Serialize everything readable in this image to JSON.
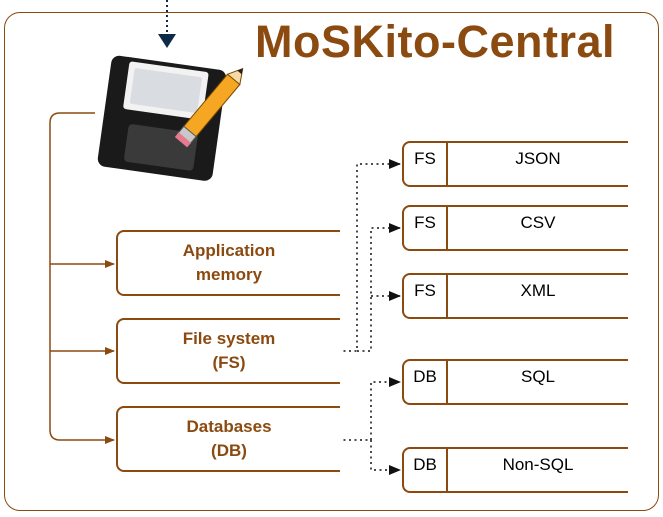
{
  "title": "MoSKito-Central",
  "icon": "floppy-disk-edit-icon",
  "colors": {
    "accent": "#8b4a10",
    "link": "#000000"
  },
  "storages": [
    {
      "label": "Application\nmemory"
    },
    {
      "label": "File system\n(FS)"
    },
    {
      "label": "Databases\n(DB)"
    }
  ],
  "formats": [
    {
      "kind": "FS",
      "name": "JSON"
    },
    {
      "kind": "FS",
      "name": "CSV"
    },
    {
      "kind": "FS",
      "name": "XML"
    },
    {
      "kind": "DB",
      "name": "SQL"
    },
    {
      "kind": "DB",
      "name": "Non-SQL"
    }
  ]
}
